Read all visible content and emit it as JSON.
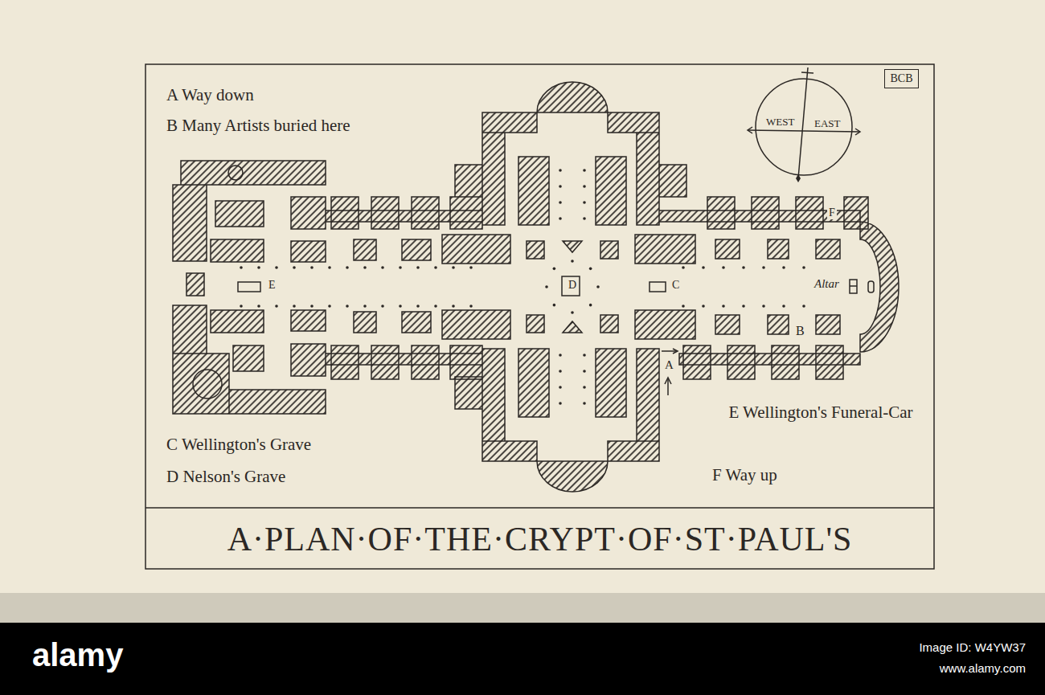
{
  "diagram": {
    "title": "A·PLAN·OF·THE·CRYPT·OF·ST·PAUL'S",
    "nodes": [
      {
        "text": [
          "BCB"
        ]
      },
      {
        "text": [
          "WEST",
          "EAST"
        ]
      }
    ],
    "labels": [
      "A Way down",
      "B Many Artists buried here",
      "C Wellington's Grave",
      "D Nelson's Grave",
      "E Wellington's Funeral-Car",
      "F Way up",
      "A",
      "B",
      "C",
      "D",
      "E",
      "F",
      "Altar",
      "alamy",
      "Image ID: W4YW37",
      "www.alamy.com"
    ]
  }
}
